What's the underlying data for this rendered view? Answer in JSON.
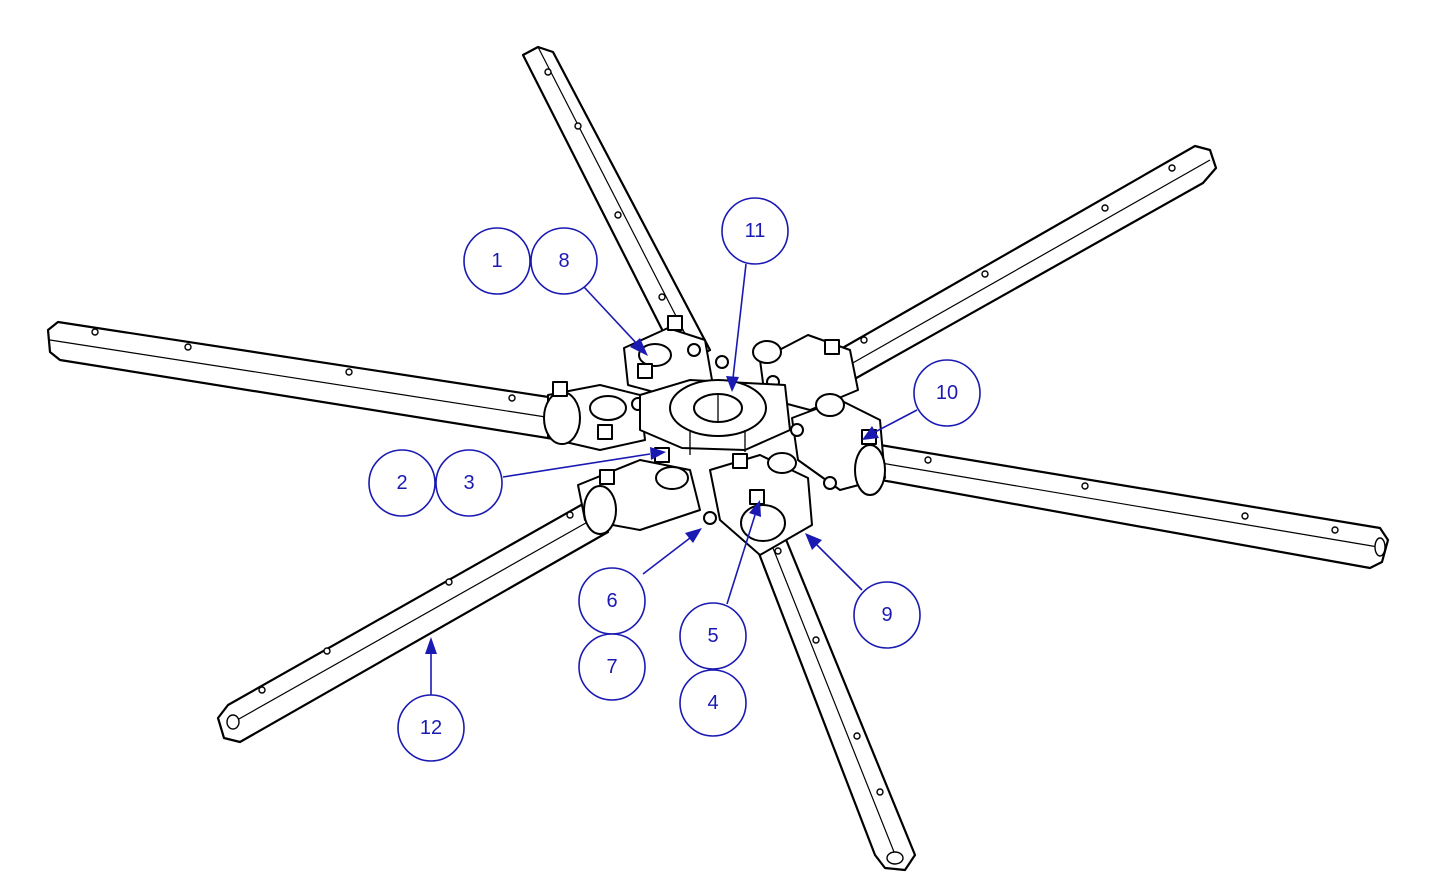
{
  "colors": {
    "callout": "#1a1ab3",
    "line": "#000000",
    "background": "#ffffff"
  },
  "callouts": [
    {
      "id": "c1",
      "label": "1"
    },
    {
      "id": "c8",
      "label": "8"
    },
    {
      "id": "c11",
      "label": "11"
    },
    {
      "id": "c10",
      "label": "10"
    },
    {
      "id": "c2",
      "label": "2"
    },
    {
      "id": "c3",
      "label": "3"
    },
    {
      "id": "c6",
      "label": "6"
    },
    {
      "id": "c7",
      "label": "7"
    },
    {
      "id": "c5",
      "label": "5"
    },
    {
      "id": "c4",
      "label": "4"
    },
    {
      "id": "c9",
      "label": "9"
    },
    {
      "id": "c12",
      "label": "12"
    }
  ]
}
